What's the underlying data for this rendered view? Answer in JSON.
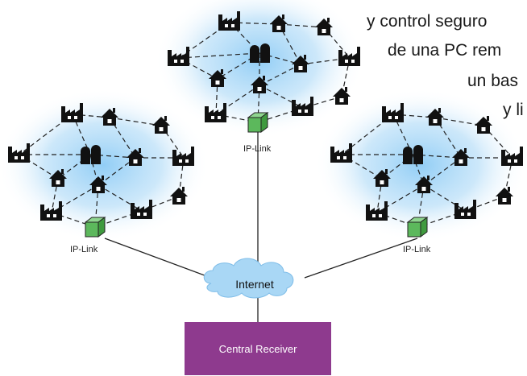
{
  "background_text": [
    "y control seguro",
    "de una PC rem",
    "un bas",
    "y li"
  ],
  "clusters": [
    {
      "gateway_label": "IP-Link"
    },
    {
      "gateway_label": "IP-Link"
    },
    {
      "gateway_label": "IP-Link"
    }
  ],
  "cloud_label": "Internet",
  "receiver_label": "Central Receiver",
  "colors": {
    "receiver_fill": "#8e3a8e",
    "gateway_fill": "#5cb85c",
    "cloud_fill": "#aad8f5",
    "halo": "#9fd3f7",
    "icon": "#111111"
  }
}
